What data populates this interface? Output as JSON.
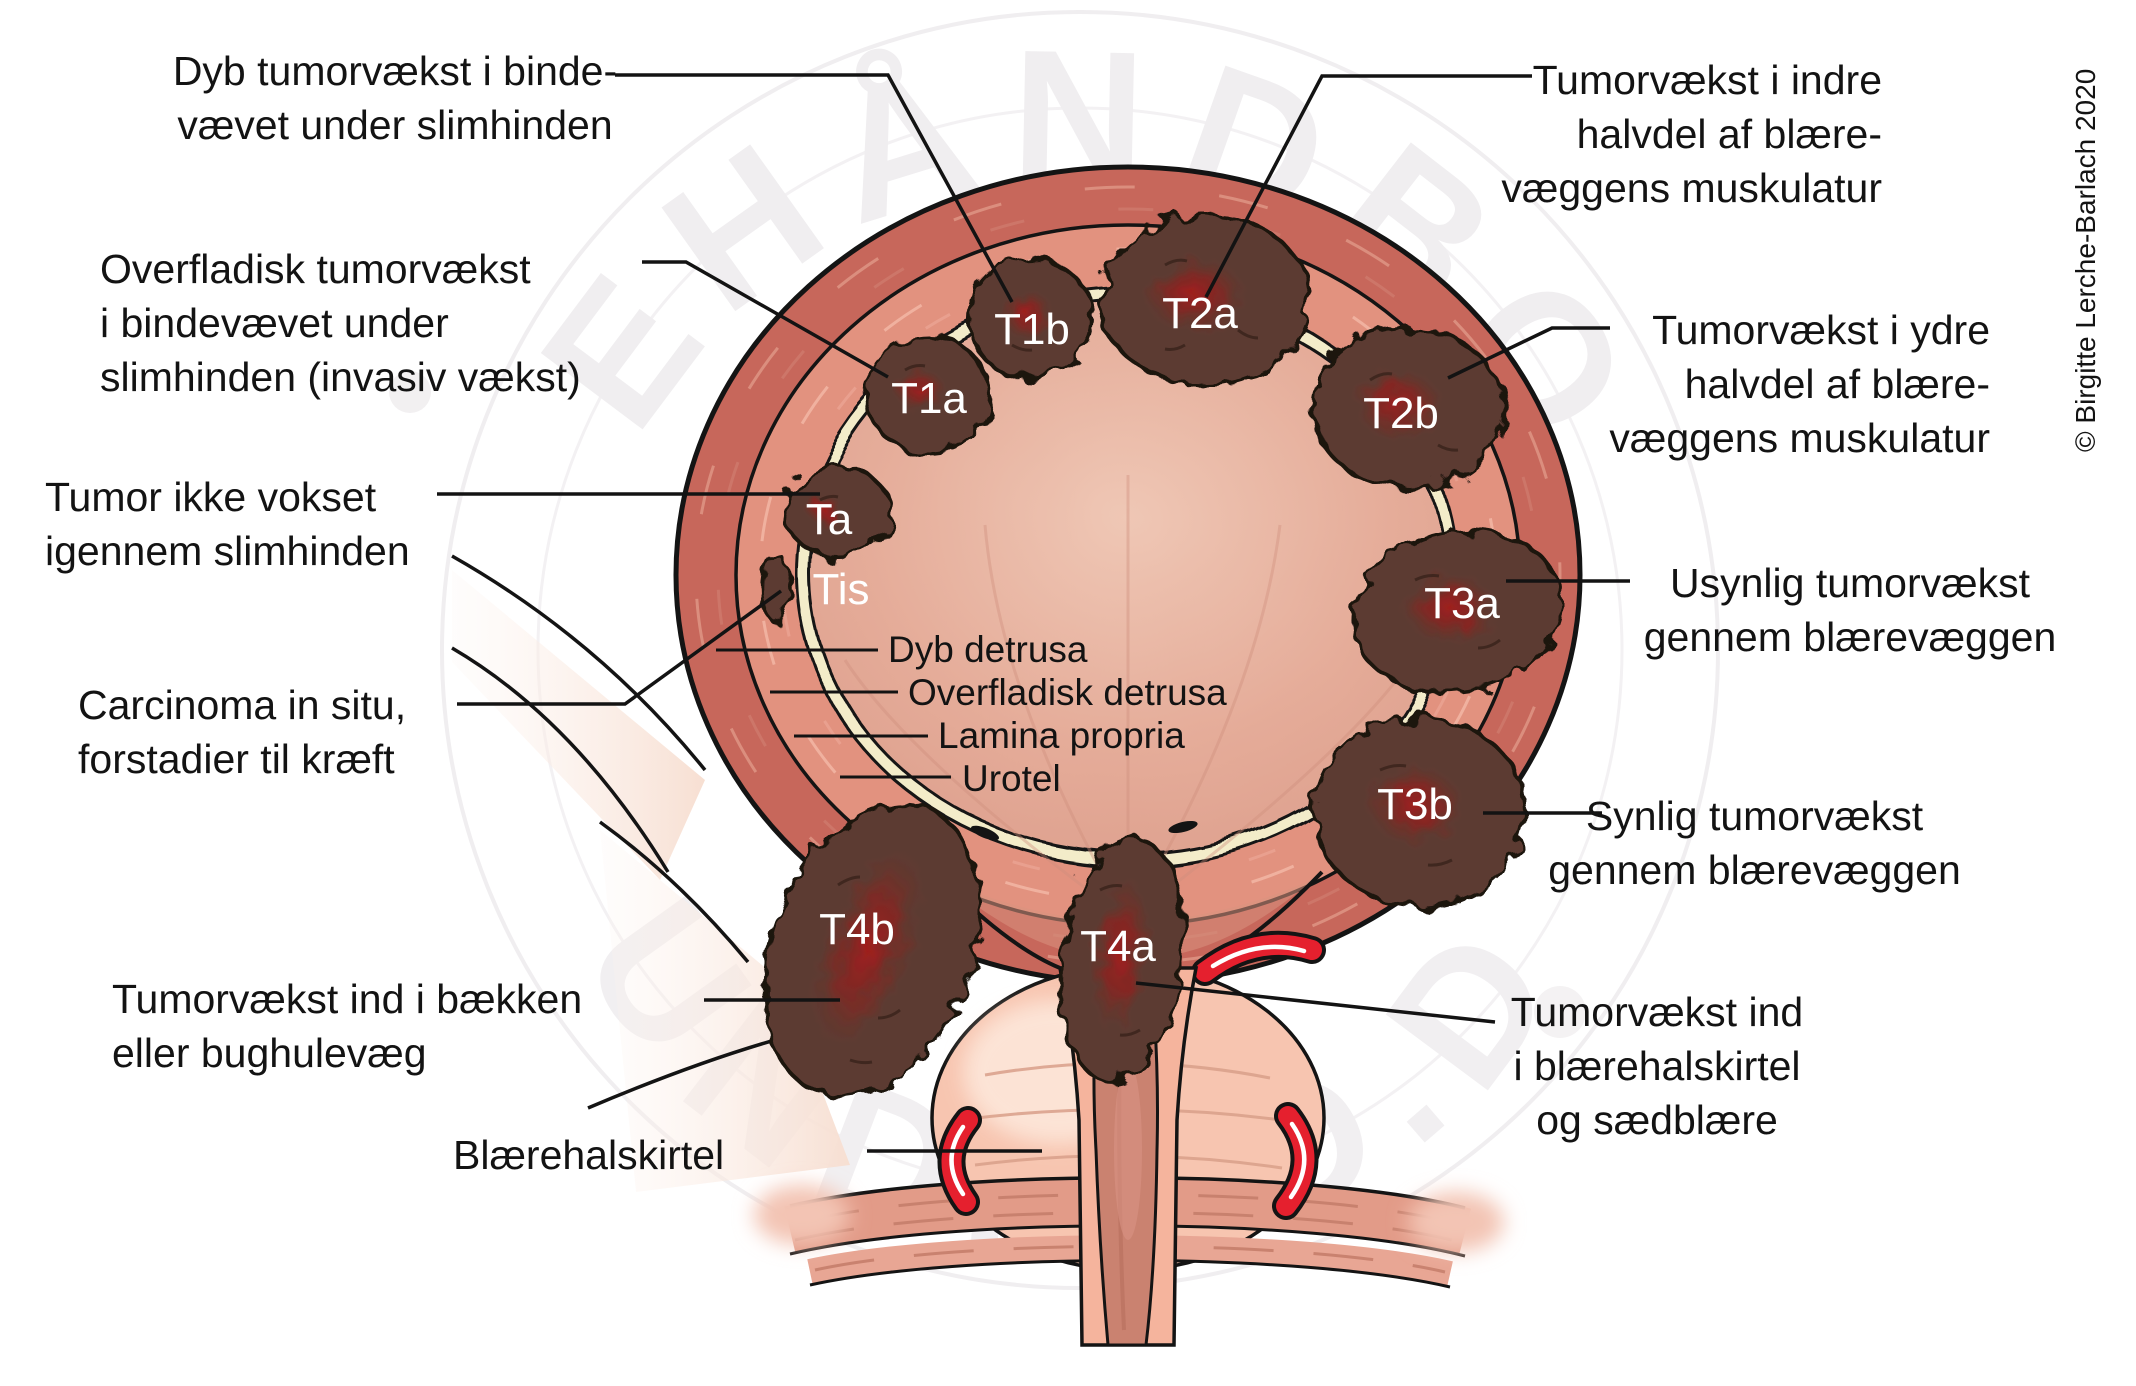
{
  "figure": {
    "copyright": "© Birgitte Lerche-Barlach 2020",
    "watermark": {
      "top": "LÆGEHÅNDBOGEN",
      "bottom": "SUNDHED.DK"
    }
  },
  "labels": {
    "left": [
      {
        "text": "Dyb tumorvækst i binde-\nvævet under slimhinden"
      },
      {
        "text": "Overfladisk tumorvækst\ni bindevævet under\nslimhinden (invasiv vækst)"
      },
      {
        "text": "Tumor ikke vokset\nigennem slimhinden"
      },
      {
        "text": "Carcinoma in situ,\nforstadier til kræft"
      },
      {
        "text": "Tumorvækst ind i bækken\neller bughulevæg"
      },
      {
        "text": "Blærehalskirtel"
      }
    ],
    "right": [
      {
        "text": "Tumorvækst i indre\nhalvdel af blære-\nvæggens muskulatur"
      },
      {
        "text": "Tumorvækst i ydre\nhalvdel af blære-\nvæggens muskulatur"
      },
      {
        "text": "Usynlig tumorvækst\ngennem blærevæggen"
      },
      {
        "text": "Synlig tumorvækst\ngennem blærevæggen"
      },
      {
        "text": "Tumorvækst ind\ni blærehalskirtel\nog sædblære"
      }
    ],
    "layers": [
      {
        "text": "Dyb detrusa"
      },
      {
        "text": "Overfladisk detrusa"
      },
      {
        "text": "Lamina propria"
      },
      {
        "text": "Urotel"
      }
    ]
  },
  "tumors": [
    {
      "label": "Ta"
    },
    {
      "label": "Tis"
    },
    {
      "label": "T1a"
    },
    {
      "label": "T1b"
    },
    {
      "label": "T2a"
    },
    {
      "label": "T2b"
    },
    {
      "label": "T3a"
    },
    {
      "label": "T3b"
    },
    {
      "label": "T4a"
    },
    {
      "label": "T4b"
    }
  ],
  "colors": {
    "wall_outer": "#c7675b",
    "wall_inner": "#e2927f",
    "mucosa_line": "#f3ecc9",
    "cavity": "#e7b2a0",
    "tumor": "#5c3b31",
    "tumor_core": "#8f1b1c",
    "vessel_red": "#e5202e",
    "prostate": "#f7c5b0",
    "outline": "#141414"
  }
}
